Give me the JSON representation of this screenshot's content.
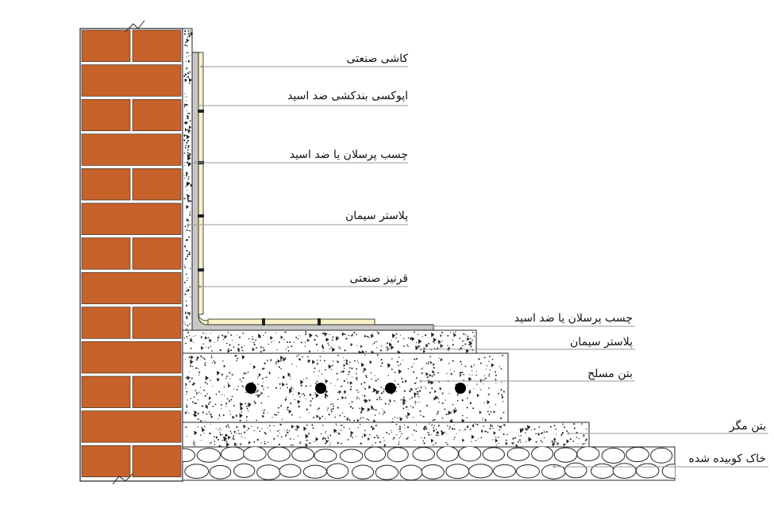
{
  "colors": {
    "brick": "#c7622a",
    "mortar": "#ffffff",
    "outline": "#222222",
    "tile_fill": "#f7f1c4",
    "membrane": "#c8c8c8",
    "leader": "#9a9a9a",
    "rebar": "#000000"
  },
  "wall_labels": [
    {
      "name": "wall-label-industrial-tile",
      "text": "کاشی صنعتی"
    },
    {
      "name": "wall-label-epoxy-grout",
      "text": "اپوکسی بندکشی ضد اسید"
    },
    {
      "name": "wall-label-tile-adhesive",
      "text": "چسب پرسلان یا ضد اسید"
    },
    {
      "name": "wall-label-cement-plaster",
      "text": "پلاستر سیمان"
    },
    {
      "name": "wall-label-industrial-cornice",
      "text": "قرنیز صنعتی"
    }
  ],
  "floor_labels": [
    {
      "name": "floor-label-tile-adhesive",
      "text": "چسب پرسلان یا ضد اسید"
    },
    {
      "name": "floor-label-cement-plaster",
      "text": "پلاستر سیمان"
    },
    {
      "name": "floor-label-reinforced-concrete",
      "text": "بتن مسلح"
    },
    {
      "name": "floor-label-lean-concrete",
      "text": "بتن مگر"
    },
    {
      "name": "floor-label-compacted-soil",
      "text": "خاک کوبیده شده"
    }
  ]
}
